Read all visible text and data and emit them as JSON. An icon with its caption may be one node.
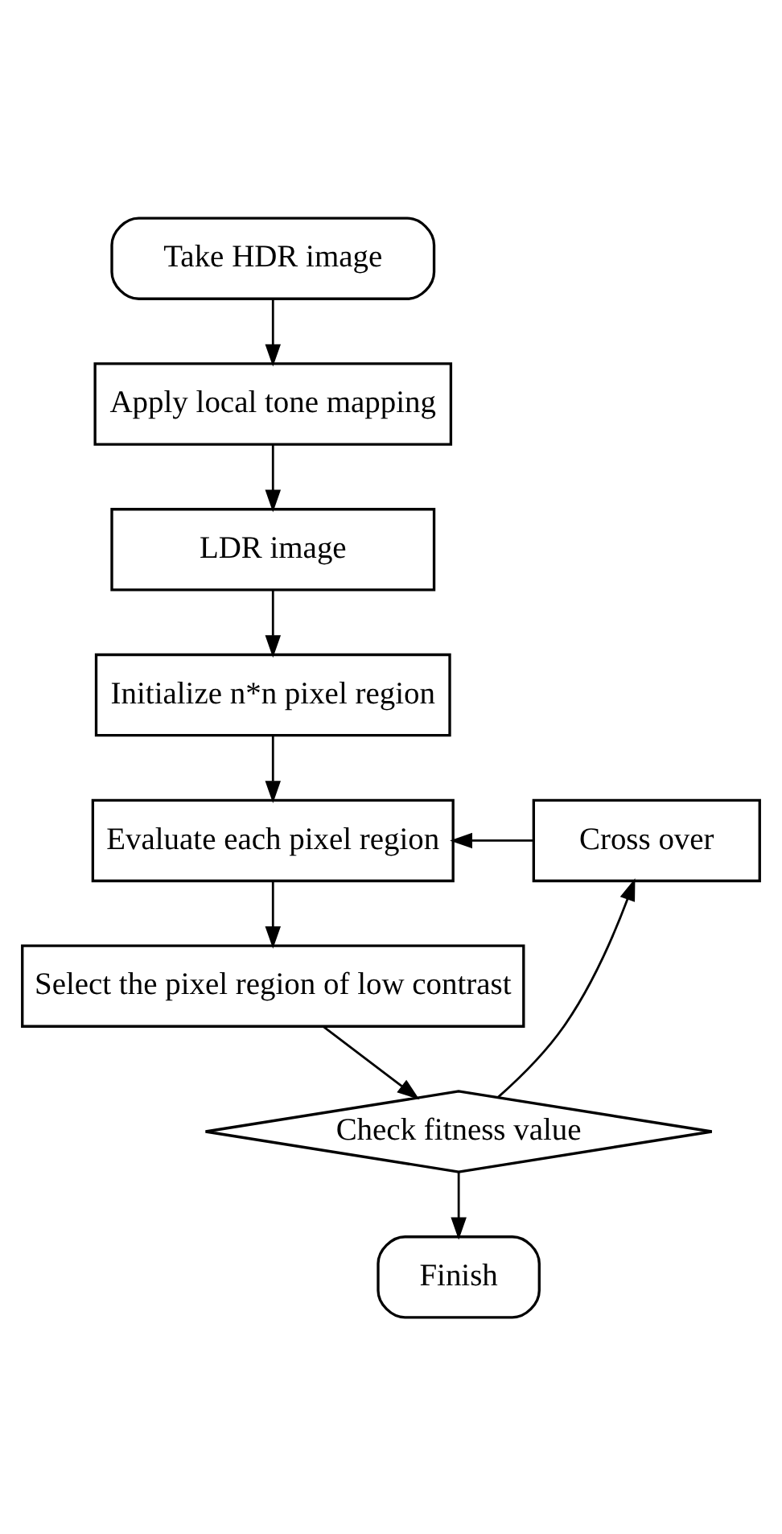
{
  "diagram": {
    "nodes": [
      {
        "text": [
          "Take HDR image"
        ]
      },
      {
        "text": [
          "Apply local tone mapping"
        ]
      },
      {
        "text": [
          "LDR image"
        ]
      },
      {
        "text": [
          "Initialize n*n pixel region"
        ]
      },
      {
        "text": [
          "Evaluate each pixel region"
        ]
      },
      {
        "text": [
          "Cross over"
        ]
      },
      {
        "text": [
          "Select the pixel region of low contrast"
        ]
      },
      {
        "text": [
          "Finish"
        ]
      },
      {
        "text": [
          "Check fitness value"
        ]
      }
    ],
    "edges": [
      {
        "from": 0,
        "to": 1,
        "arrow": "to"
      },
      {
        "from": 1,
        "to": 2,
        "arrow": "to"
      },
      {
        "from": 2,
        "to": 3,
        "arrow": "to"
      },
      {
        "from": 3,
        "to": 4,
        "arrow": "to"
      },
      {
        "from": 4,
        "to": 6,
        "arrow": "to"
      },
      {
        "from": 6,
        "to": 8,
        "arrow": "to"
      },
      {
        "from": 8,
        "to": 5,
        "arrow": "to"
      },
      {
        "from": 5,
        "to": 4,
        "arrow": "to"
      },
      {
        "from": 8,
        "to": 7,
        "arrow": "to"
      }
    ]
  }
}
